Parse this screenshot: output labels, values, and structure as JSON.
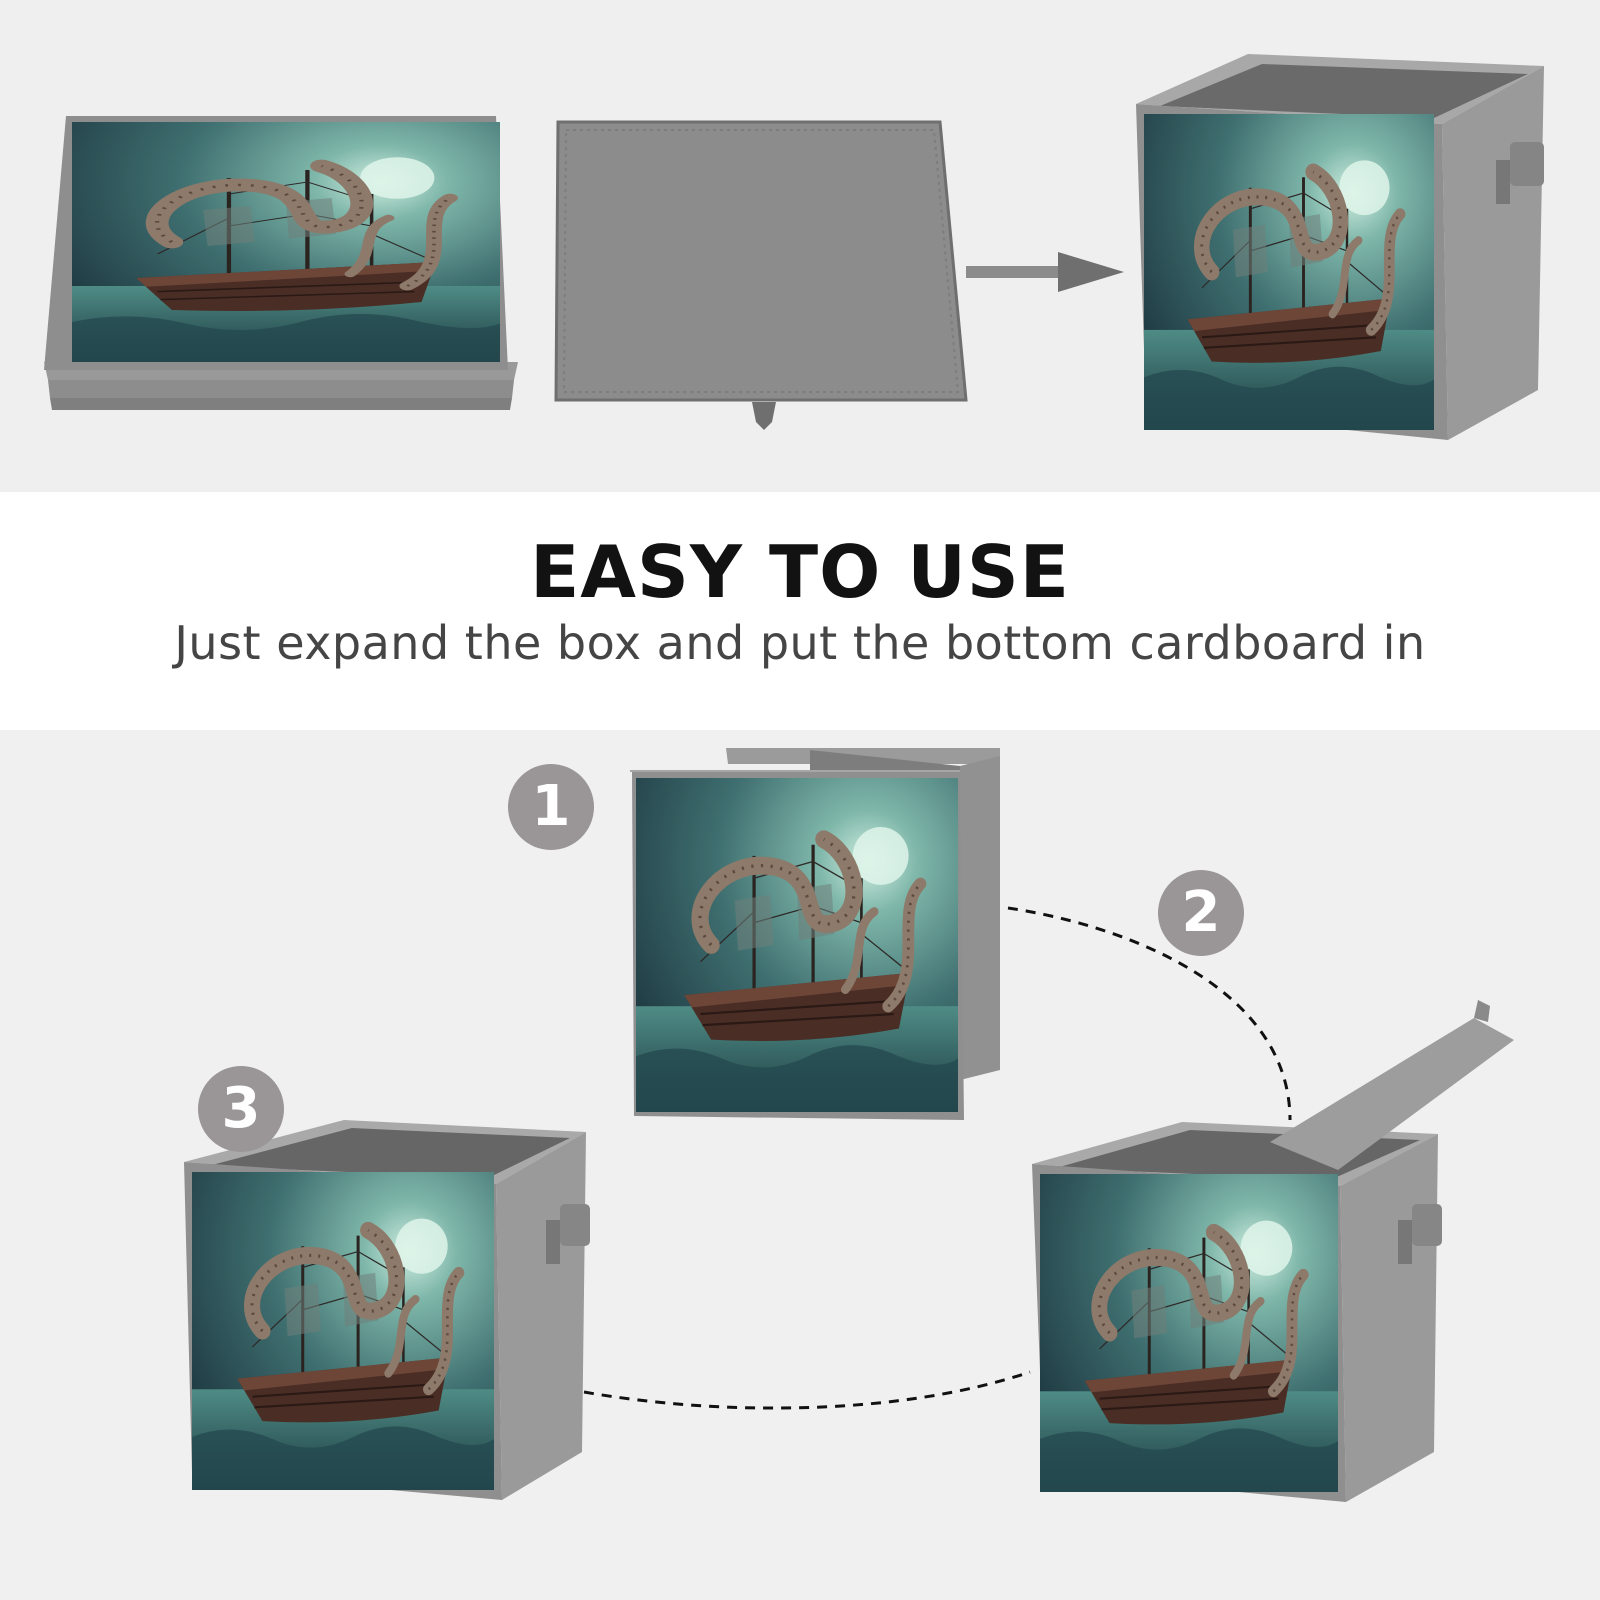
{
  "heading": {
    "title": "EASY TO USE",
    "subtitle": "Just expand the box and put the bottom cardboard in"
  },
  "steps": [
    {
      "number": "1"
    },
    {
      "number": "2"
    },
    {
      "number": "3"
    }
  ],
  "colors": {
    "fabric_gray": "#8e8e8e",
    "fabric_dark": "#5e5e5e",
    "print_teal": "#2f5f60",
    "badge_gray": "#9a9596",
    "background": "#f0f0f0",
    "text_dark": "#121212"
  },
  "icons": {
    "arrow": "arrow-right-icon",
    "artwork": "kraken-ship-artwork"
  }
}
